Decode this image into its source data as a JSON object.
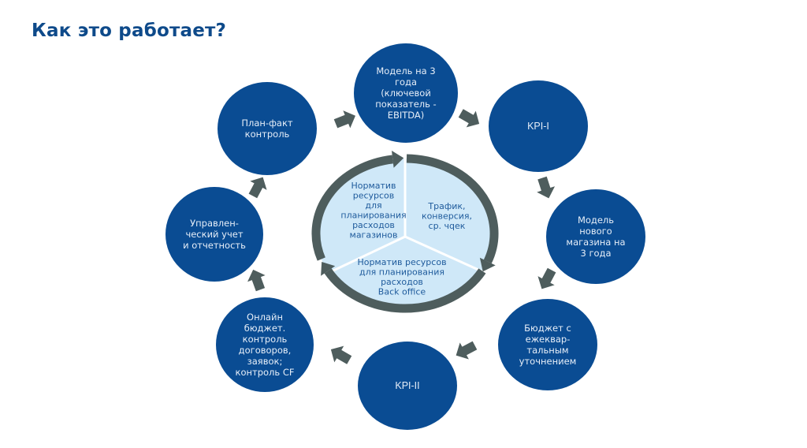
{
  "title": "Как это работает?",
  "colors": {
    "title": "#0e4a8a",
    "node_fill": "#0a4c93",
    "node_text": "#e6eef8",
    "arrow": "#4e5d5d",
    "ring": "#4e5d5d",
    "center_fill": "#cfe8f8",
    "center_text": "#1f5b9c",
    "divider": "#ffffff"
  },
  "cycle": {
    "nodes": [
      {
        "id": "model-3y",
        "lines": [
          "Модель на 3",
          "года",
          "(ключевой",
          "показатель -",
          "EBITDA)"
        ]
      },
      {
        "id": "kpi-1",
        "lines": [
          "KPI-I"
        ]
      },
      {
        "id": "new-store-model",
        "lines": [
          "Модель",
          "нового",
          "магазина на",
          "3 года"
        ]
      },
      {
        "id": "quarterly-budget",
        "lines": [
          "Бюджет с",
          "ежеквар-",
          "тальным",
          "уточнением"
        ]
      },
      {
        "id": "kpi-2",
        "lines": [
          "KPI-II"
        ]
      },
      {
        "id": "online-budget",
        "lines": [
          "Онлайн",
          "бюджет.",
          "контроль",
          "договоров,",
          "заявок;",
          "контроль CF"
        ]
      },
      {
        "id": "management-accounting",
        "lines": [
          "Управлен-",
          "ческий учет",
          "и отчетность"
        ]
      },
      {
        "id": "plan-fact",
        "lines": [
          "План-факт",
          "контроль"
        ]
      }
    ],
    "flow_direction": "clockwise"
  },
  "center": {
    "sectors": [
      {
        "id": "store-expense-norms",
        "lines": [
          "Норматив",
          "ресурсов",
          "для",
          "планирования",
          "расходов",
          "магазинов"
        ]
      },
      {
        "id": "traffic-conversion",
        "lines": [
          "Трафик,",
          "конверсия,",
          "ср. чqек"
        ]
      },
      {
        "id": "back-office-norms",
        "lines": [
          "Норматив ресурсов",
          "для планирования",
          "расходов",
          "Back office"
        ]
      }
    ],
    "ring_direction": "clockwise"
  }
}
